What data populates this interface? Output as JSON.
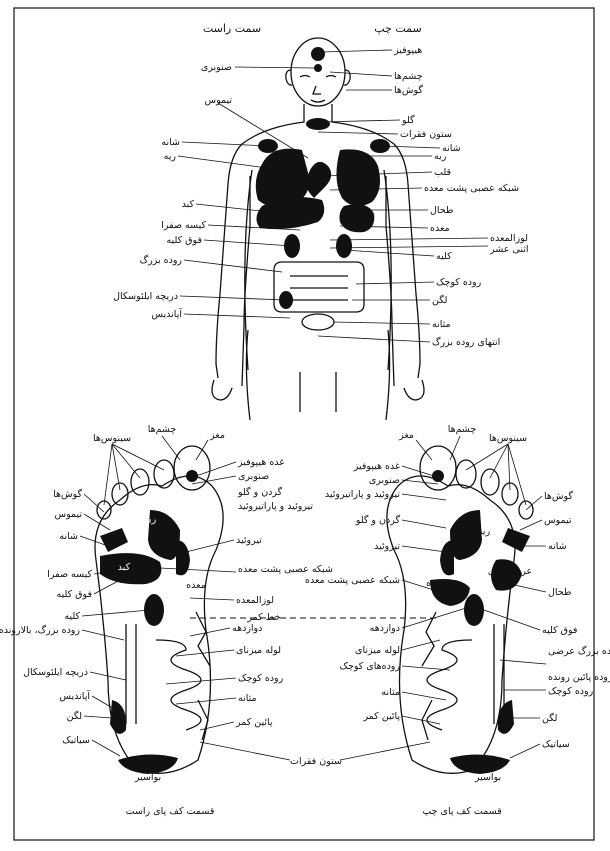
{
  "body": {
    "right_side_title": "سمت راست",
    "left_side_title": "سمت چپ",
    "labels_left": {
      "pineal": "صنوبری",
      "thymus": "تیموس",
      "shoulder": "شانه",
      "lung": "ریه",
      "liver": "کبد",
      "gallbladder": "کیسه صفرا",
      "adrenal": "فوق کلیه",
      "large_intestine": "روده بزرگ",
      "ileocecal": "دریچه ایلئوسکال",
      "appendix": "آپاندیس"
    },
    "labels_right": {
      "pituitary": "هیپوفیز",
      "eyes": "چشم‌ها",
      "ears": "گوش‌ها",
      "throat": "گلو",
      "spine": "ستون فقرات",
      "shoulder": "شانه",
      "lung": "ریه",
      "heart": "قلب",
      "solar_plexus": "شبکه عصبی پشت معده",
      "spleen": "طحال",
      "stomach": "معده",
      "pancreas": "لوزالمعده",
      "duodenum": "اثنی عشر",
      "kidney": "کلیه",
      "small_intestine": "روده کوچک",
      "pelvis": "لگن",
      "bladder": "مثانه",
      "rectum": "انتهای روده بزرگ"
    }
  },
  "right_foot": {
    "caption": "قسمت کف پای راست",
    "labels": {
      "sinuses": "سینوس‌ها",
      "eyes": "چشم‌ها",
      "brain": "مغز",
      "pituitary": "غده هیپوفیز",
      "pineal": "صنوبری",
      "neck": "گردن و گلو",
      "thyroid_para": "تیروئید و پاراتیروئید",
      "ears": "گوش‌ها",
      "thymus": "تیموس",
      "shoulder": "شانه",
      "lung": "ریه",
      "thyroid": "تیروئید",
      "gallbladder": "کیسه صفرا",
      "liver": "کبد",
      "solar_plexus": "شبکه عصبی پشت معده",
      "stomach": "معده",
      "adrenal": "فوق کلیه",
      "pancreas": "لوزالمعده",
      "waistline": "خط کمر",
      "kidney": "کلیه",
      "duodenum": "دوازدهه",
      "ascending_colon": "روده بزرگ، بالارونده",
      "ureter": "لوله میزنای",
      "small_intestine": "روده کوچک",
      "ileocecal": "دریچه ایلئوسکال",
      "bladder": "مثانه",
      "appendix": "آپاندیس",
      "lower_back": "پائین کمر",
      "pelvis": "لگن",
      "sciatic": "سیاتیک",
      "hemorrhoids": "بواسیر"
    }
  },
  "left_foot": {
    "caption": "قسمت کف پای چپ",
    "labels": {
      "sinuses": "سینوس‌ها",
      "eyes": "چشم‌ها",
      "brain": "مغز",
      "pituitary": "غده هیپوفیز",
      "pineal": "صنوبری",
      "thyroid_para": "تیروئید و پاراتیروئید",
      "neck": "گردن و گلو",
      "ears": "گوش‌ها",
      "thymus": "تیموس",
      "shoulder": "شانه",
      "lung": "ریه",
      "thyroid": "تیروئید",
      "heart": "عروق قلبی",
      "solar_plexus": "شبکه عصبی پشت معده",
      "stomach": "معده",
      "spleen": "طحال",
      "duodenum": "دوازدهه",
      "adrenal": "فوق کلیه",
      "ureter": "لوله میزنای",
      "small_intestine": "روده‌های کوچک",
      "colon_transverse": "روده بزرگ عرضی",
      "colon_descending": "روده پائین رونده",
      "rectum_small": "روده کوچک",
      "bladder": "مثانه",
      "lower_back": "پائین کمر",
      "pelvis": "لگن",
      "sciatic": "سیاتیک",
      "hemorrhoids": "بواسیر"
    }
  },
  "shared": {
    "spine": "ستون فقرات"
  }
}
